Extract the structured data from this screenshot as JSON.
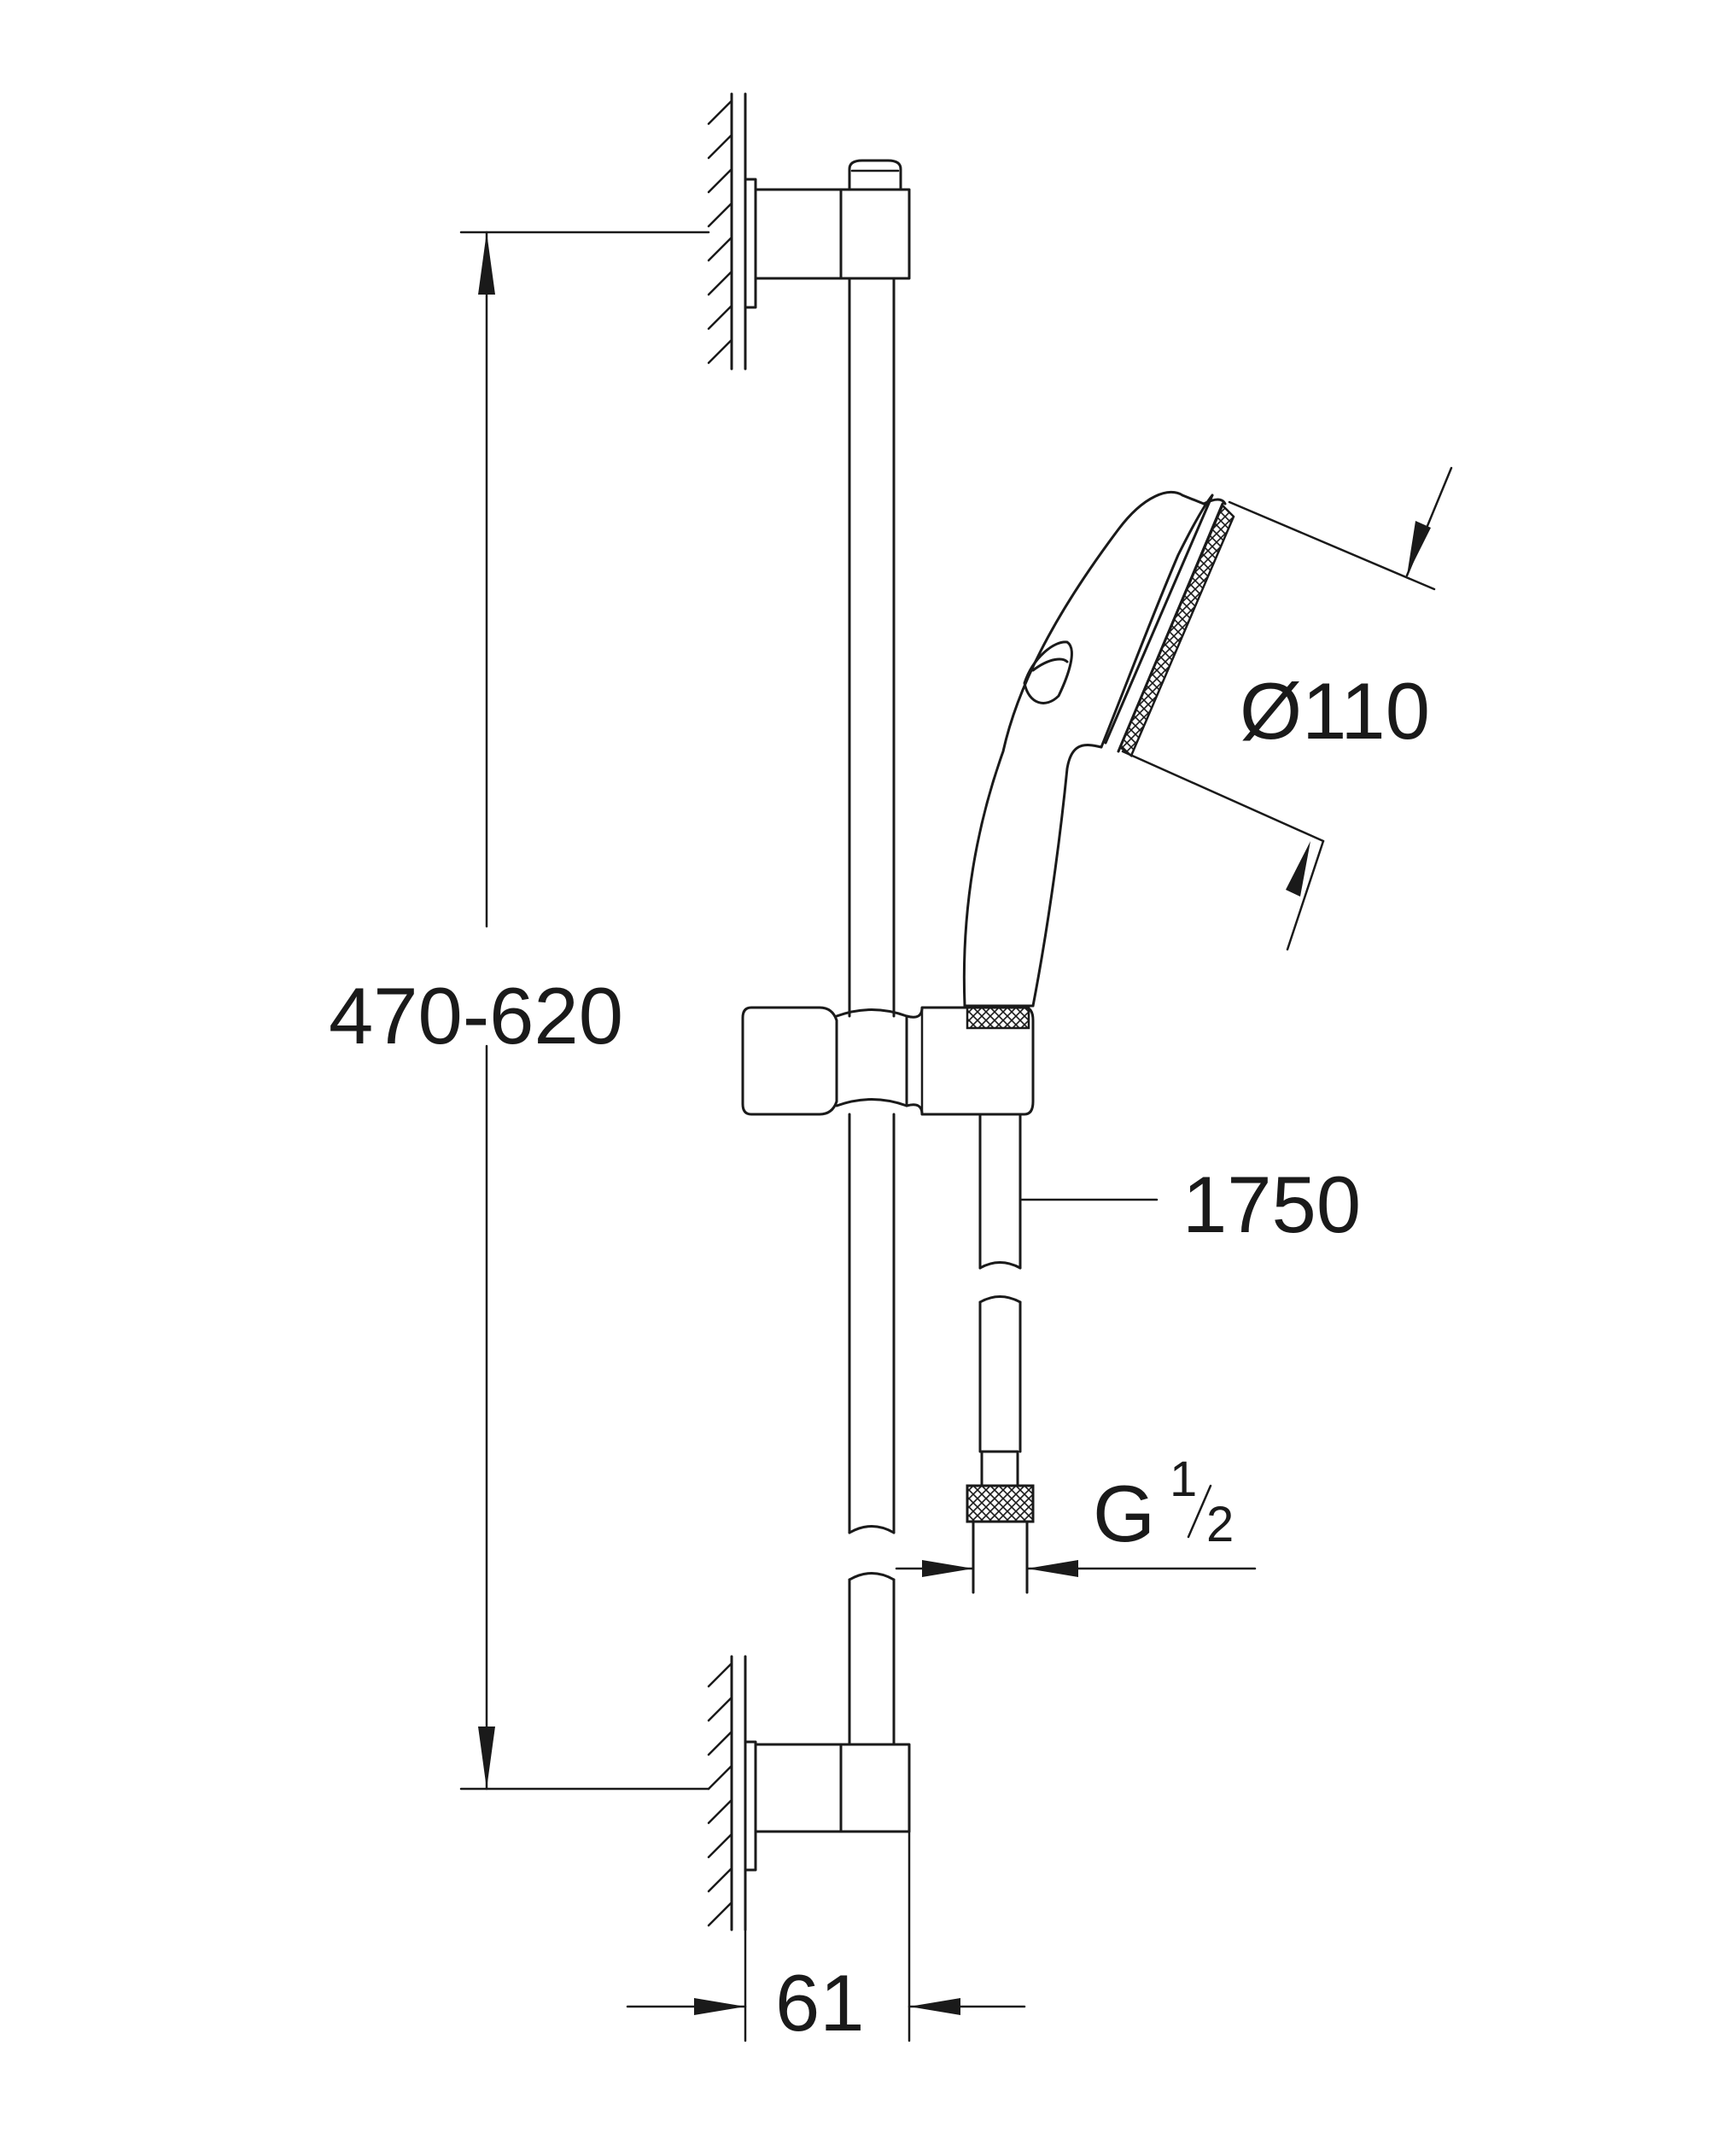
{
  "dimensions": {
    "height_range": "470-620",
    "hand_shower_diameter": "Ø110",
    "hose_length": "1750",
    "bar_offset": "61",
    "thread": {
      "prefix": "G",
      "numerator": "1",
      "denominator": "2"
    }
  }
}
